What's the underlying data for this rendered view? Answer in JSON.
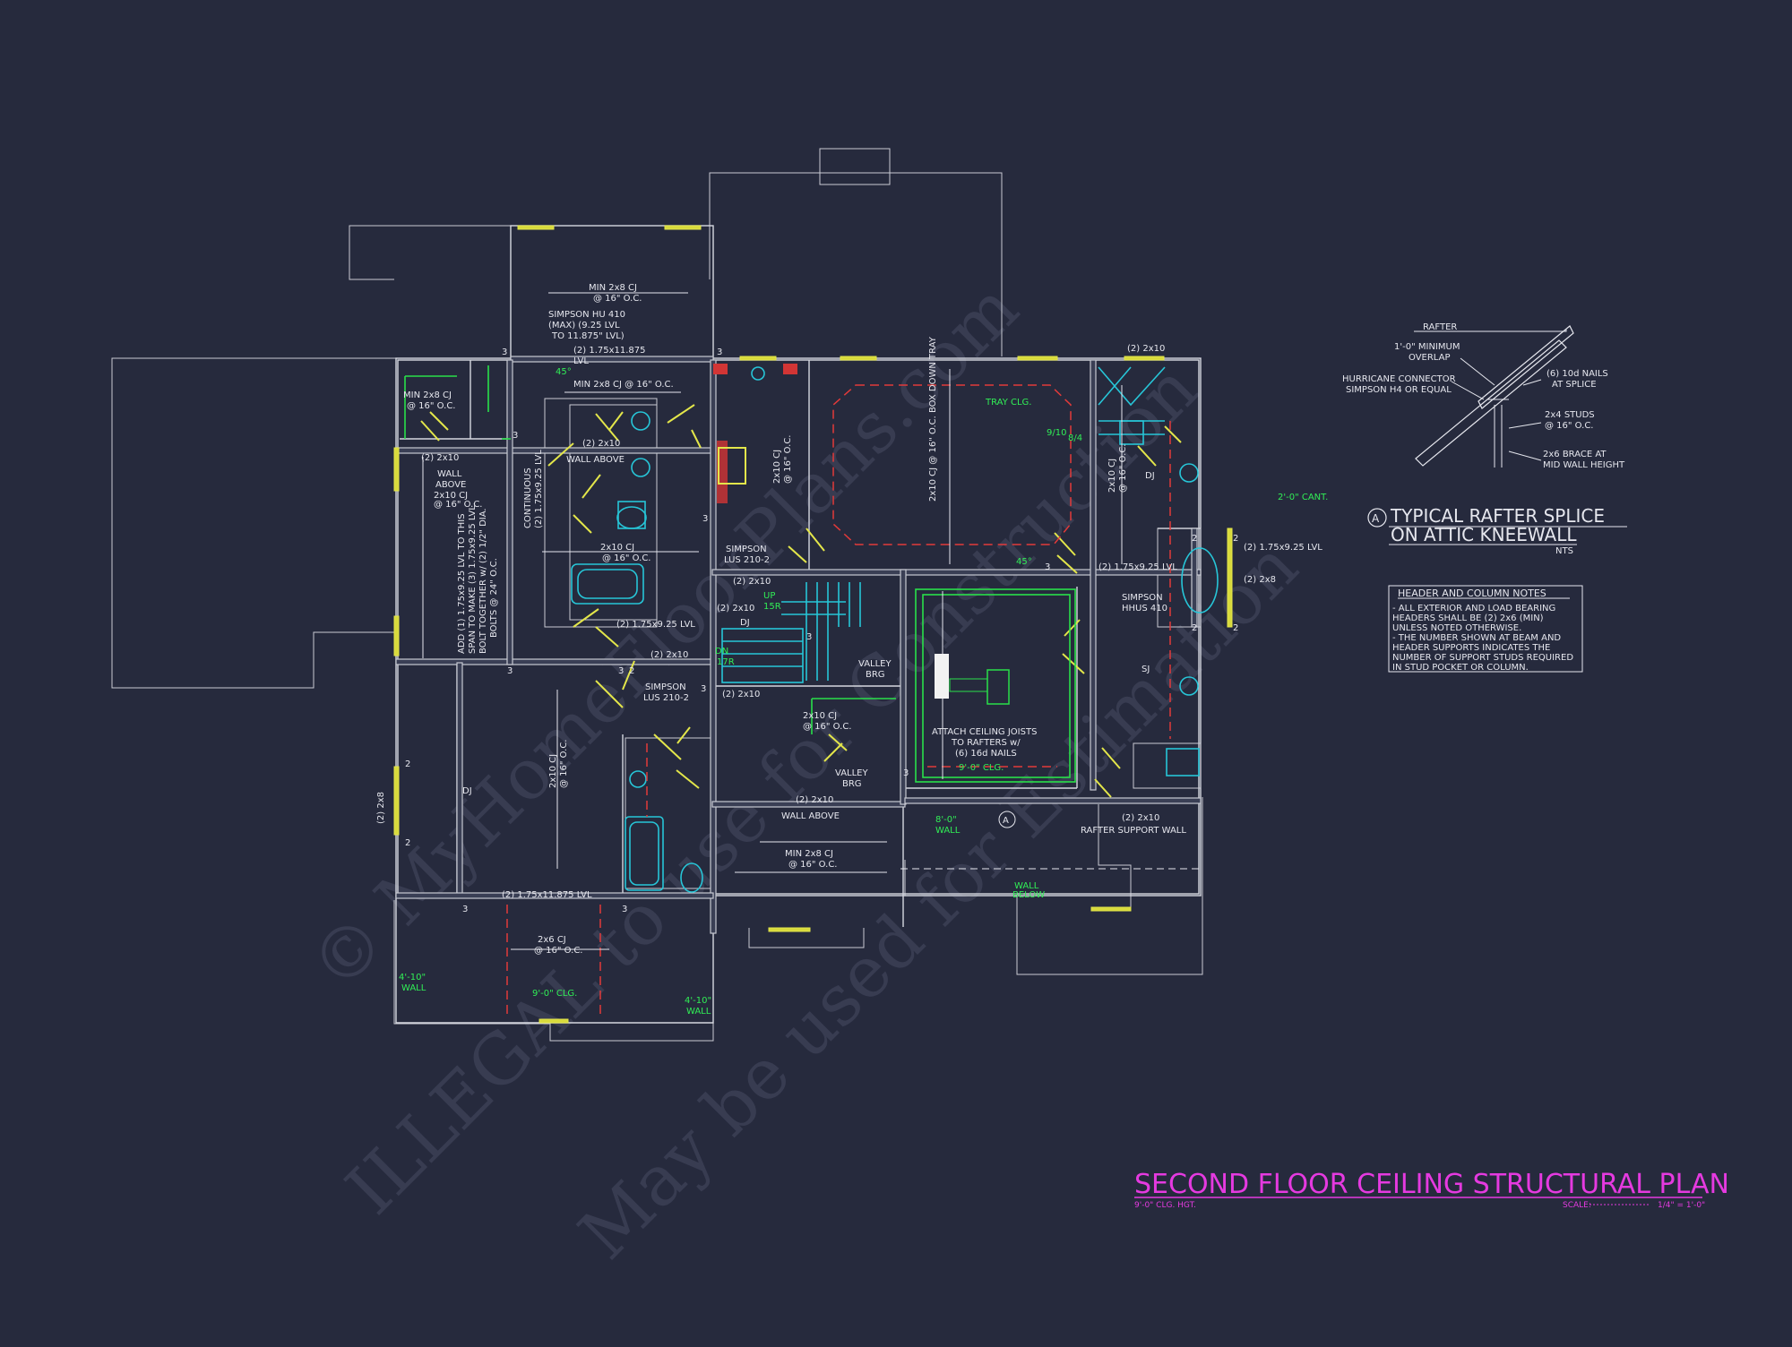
{
  "title": "SECOND FLOOR CEILING STRUCTURAL PLAN",
  "subtitle_left": "9'-0\" CLG. HGT.",
  "scale_label": "SCALE:",
  "scale_value": "1/4\" = 1'-0\"",
  "watermark": [
    "© MyHomeFloorPlans.com",
    "ILLEGAL to use for Construction",
    "May be used for Estimation"
  ],
  "detail": {
    "marker": "A",
    "title_line1": "TYPICAL RAFTER SPLICE",
    "title_line2": "ON ATTIC KNEEWALL",
    "nts": "NTS",
    "labels": {
      "rafter": "RAFTER",
      "overlap1": "1'-0\" MINIMUM",
      "overlap2": "OVERLAP",
      "hurricane1": "HURRICANE CONNECTOR",
      "hurricane2": "SIMPSON H4 OR EQUAL",
      "nails1": "(6) 10d NAILS",
      "nails2": "AT SPLICE",
      "studs1": "2x4 STUDS",
      "studs2": "@ 16\" O.C.",
      "brace1": "2x6 BRACE AT",
      "brace2": "MID WALL HEIGHT"
    }
  },
  "notes": {
    "title": "HEADER AND COLUMN NOTES",
    "lines": [
      "- ALL EXTERIOR AND LOAD BEARING",
      "HEADERS SHALL BE (2) 2x6 (MIN)",
      "UNLESS NOTED OTHERWISE.",
      "- THE NUMBER SHOWN AT BEAM AND",
      "HEADER SUPPORTS INDICATES THE",
      "NUMBER OF SUPPORT STUDS REQUIRED",
      "IN STUD POCKET OR COLUMN."
    ]
  },
  "plan": {
    "min2x8_top": "MIN 2x8 CJ",
    "oc16": "@ 16\" O.C.",
    "simpson_hu1": "SIMPSON HU 410",
    "simpson_hu2": "(MAX) (9.25 LVL",
    "simpson_hu3": "TO 11.875\" LVL)",
    "lvl_11875_top": "(2) 1.75x11.875",
    "lvl": "LVL",
    "min2x8_cj_oc": "MIN 2x8 CJ @ 16\" O.C.",
    "min2x8_left": "MIN 2x8 CJ",
    "deg45": "45°",
    "two2x10": "(2) 2x10",
    "wall_above": "WALL ABOVE",
    "wall": "WALL",
    "above": "ABOVE",
    "cj2x10": "2x10 CJ",
    "continuous1": "CONTINUOUS",
    "continuous2": "(2) 1.75x9.25 LVL",
    "add_lvl1": "ADD (1) 1.75x9.25 LVL TO THIS",
    "add_lvl2": "SPAN TO MAKE (3) 1.75x9.25 LVL.",
    "add_lvl3": "BOLT TOGETHER w/ (2) 1/2\" DIA.",
    "add_lvl4": "BOLTS @ 24\" O.C.",
    "simpson_lus1": "SIMPSON",
    "simpson_lus2": "LUS 210-2",
    "lvl925": "(2) 1.75x9.25 LVL",
    "dj": "DJ",
    "sj": "SJ",
    "up": "UP",
    "r15": "15R",
    "dn": "DN",
    "r17": "17R",
    "valley1": "VALLEY",
    "valley2": "BRG",
    "cj2x10_oc": "2x10 CJ",
    "tray_clg": "TRAY CLG.",
    "box_down_tray": "2x10 CJ @ 16\" O.C. BOX DOWN TRAY",
    "pitch1": "9/10",
    "pitch2": "8/4",
    "cj_vert": "2x10 CJ @ 16\" O.C.",
    "lvl_1175": "(2) 1.75x9.25 LVL",
    "simpson_hhus1": "SIMPSON",
    "simpson_hhus2": "HHUS 410",
    "cant": "2'-0\" CANT.",
    "lvl_right": "(2) 1.75x9.25 LVL",
    "two2x8": "(2) 2x8",
    "attach1": "ATTACH CEILING JOISTS",
    "attach2": "TO RAFTERS w/",
    "attach3": "(6) 16d NAILS",
    "clg9": "9'-0\" CLG.",
    "wall8_1": "8'-0\"",
    "wall8_2": "WALL",
    "rafter_support": "RAFTER SUPPORT WALL",
    "wall_below1": "WALL",
    "wall_below2": "BELOW",
    "lvl11875_bot": "(2) 1.75x11.875 LVL",
    "cj2x6": "2x6 CJ",
    "wall4_1": "4'-10\"",
    "wall4_2": "WALL",
    "two2x8_left": "(2) 2x8",
    "marker_a": "A",
    "deg45b": "45°"
  }
}
